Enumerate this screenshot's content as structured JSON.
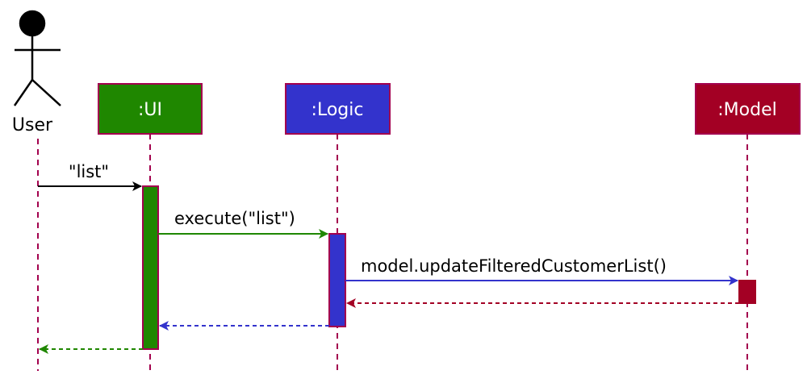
{
  "actor": {
    "name": "User",
    "icon": "stick-figure-icon",
    "color": "#000000"
  },
  "participants": [
    {
      "id": "ui",
      "label": ":UI",
      "fill": "#1f8700",
      "border": "#a3004e"
    },
    {
      "id": "logic",
      "label": ":Logic",
      "fill": "#3333cc",
      "border": "#a3004e"
    },
    {
      "id": "model",
      "label": ":Model",
      "fill": "#a30024",
      "border": "#a3004e"
    }
  ],
  "lifeline_color": "#a3004e",
  "messages": [
    {
      "from": "user",
      "to": "ui",
      "label": "\"list\"",
      "type": "sync",
      "color": "#000000"
    },
    {
      "from": "ui",
      "to": "logic",
      "label": "execute(\"list\")",
      "type": "sync",
      "color": "#1f8700"
    },
    {
      "from": "logic",
      "to": "model",
      "label": "model.updateFilteredCustomerList()",
      "type": "sync",
      "color": "#3333cc"
    },
    {
      "from": "model",
      "to": "logic",
      "label": "",
      "type": "return",
      "color": "#a30024"
    },
    {
      "from": "logic",
      "to": "ui",
      "label": "",
      "type": "return",
      "color": "#3333cc"
    },
    {
      "from": "ui",
      "to": "user",
      "label": "",
      "type": "return",
      "color": "#1f8700"
    }
  ]
}
